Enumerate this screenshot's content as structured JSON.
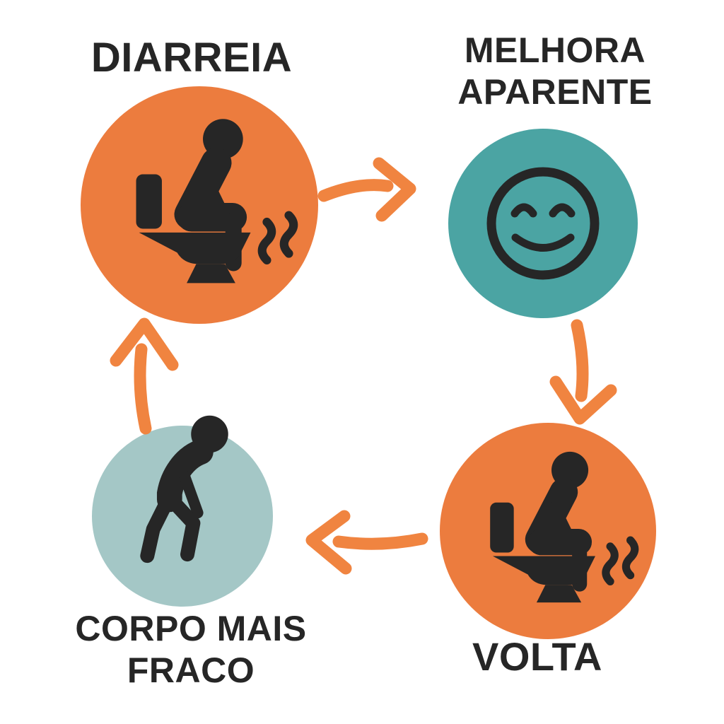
{
  "page": {
    "background_color": "#FFFFFF",
    "description": "Circular infographic showing the vicious cycle of diarrhea"
  },
  "colors": {
    "orange_circle": "#EC7C3E",
    "teal_circle": "#4BA4A3",
    "pale_blue_circle": "#A4C7C6",
    "pictogram_dark": "#262626",
    "label_text": "#262626",
    "arrow_orange": "#F08440"
  },
  "nodes": {
    "diarreia": {
      "label": "DIARREIA",
      "icon": "person-on-toilet-icon",
      "circle_color": "#EC7C3E",
      "position": "top-left"
    },
    "melhora_aparente": {
      "label": "MELHORA APARENTE",
      "icon": "smiley-face-icon",
      "circle_color": "#4BA4A3",
      "position": "top-right"
    },
    "volta": {
      "label": "VOLTA",
      "icon": "person-on-toilet-icon",
      "circle_color": "#EC7C3E",
      "position": "bottom-right"
    },
    "corpo_mais_fraco": {
      "label": "CORPO MAIS FRACO",
      "icon": "weak-person-icon",
      "circle_color": "#A4C7C6",
      "position": "bottom-left"
    }
  },
  "cycle": [
    {
      "from": "DIARREIA",
      "to": "MELHORA APARENTE",
      "arrow_direction": "right"
    },
    {
      "from": "MELHORA APARENTE",
      "to": "VOLTA",
      "arrow_direction": "down"
    },
    {
      "from": "VOLTA",
      "to": "CORPO MAIS FRACO",
      "arrow_direction": "left"
    },
    {
      "from": "CORPO MAIS FRACO",
      "to": "DIARREIA",
      "arrow_direction": "up"
    }
  ]
}
